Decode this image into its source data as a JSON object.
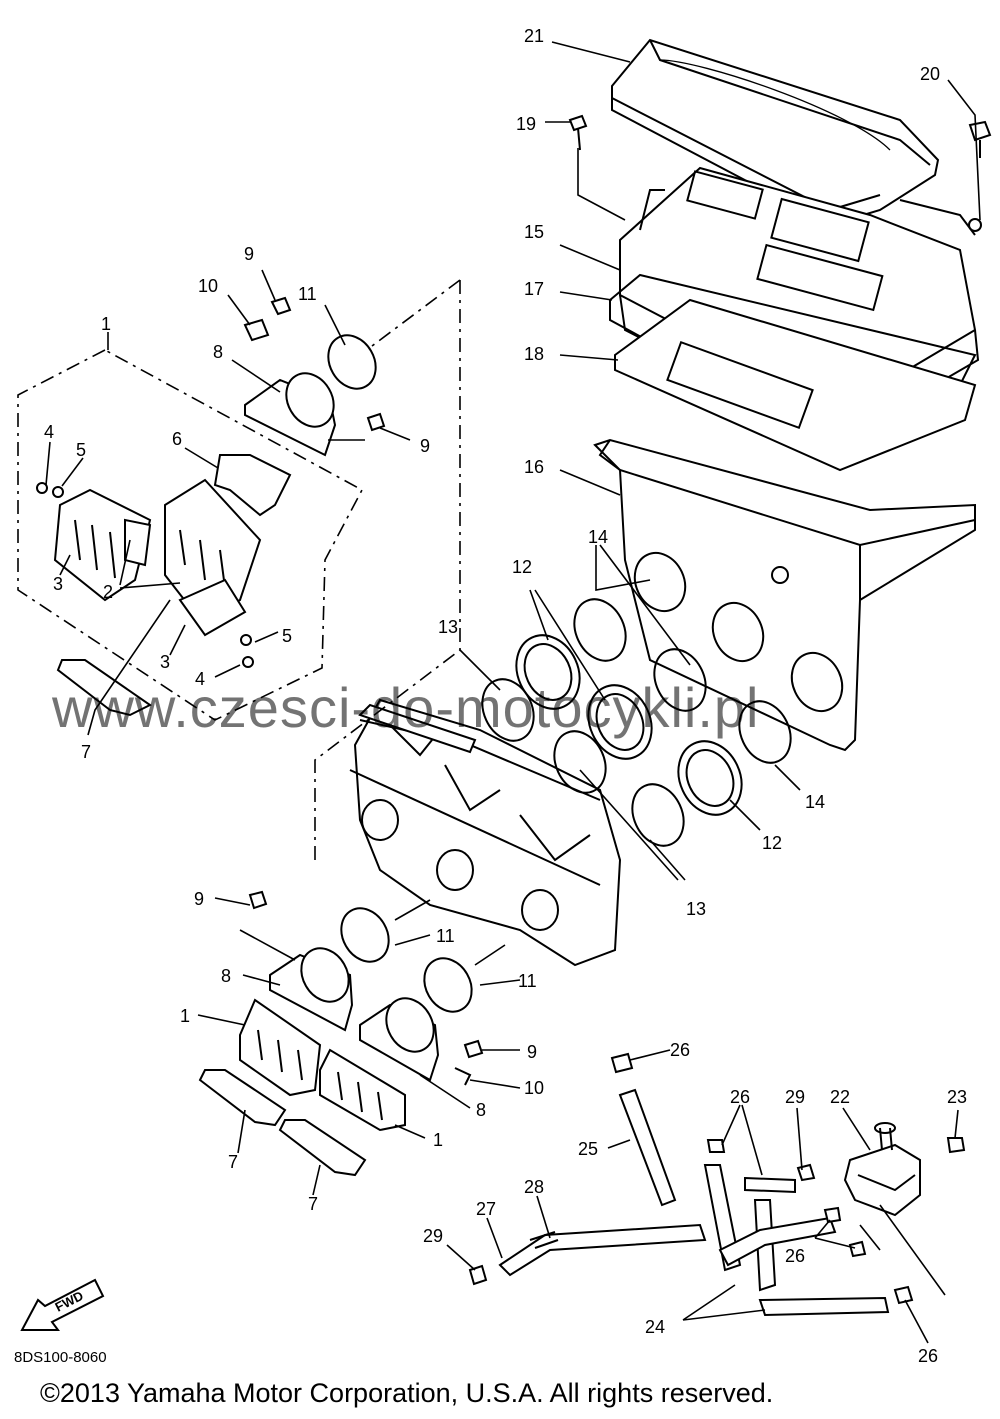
{
  "diagram_code": "8DS100-8060",
  "copyright": "©2013 Yamaha Motor Corporation, U.S.A. All rights reserved.",
  "watermark": "www.czesci-do-motocykli.pl",
  "fwd_label": "FWD",
  "callouts": {
    "c21": "21",
    "c20": "20",
    "c19": "19",
    "c15": "15",
    "c17": "17",
    "c18": "18",
    "c16": "16",
    "c14a": "14",
    "c12a": "12",
    "c13a": "13",
    "c14b": "14",
    "c12b": "12",
    "c13b": "13",
    "c9a": "9",
    "c10a": "10",
    "c11a": "11",
    "c1a": "1",
    "c8a": "8",
    "c9b": "9",
    "c6": "6",
    "c4a": "4",
    "c5a": "5",
    "c3a": "3",
    "c2": "2",
    "c5b": "5",
    "c3b": "3",
    "c4b": "4",
    "c7a": "7",
    "c9c": "9",
    "c11b": "11",
    "c8b": "8",
    "c11c": "11",
    "c1b": "1",
    "c9d": "9",
    "c10b": "10",
    "c8c": "8",
    "c1c": "1",
    "c7b": "7",
    "c7c": "7",
    "c26a": "26",
    "c26b": "26",
    "c29a": "29",
    "c22": "22",
    "c23": "23",
    "c25": "25",
    "c28": "28",
    "c27": "27",
    "c29b": "29",
    "c26c": "26",
    "c24": "24",
    "c26d": "26"
  },
  "colors": {
    "line": "#000000",
    "watermark": "#7eb3d6",
    "background": "#ffffff"
  }
}
